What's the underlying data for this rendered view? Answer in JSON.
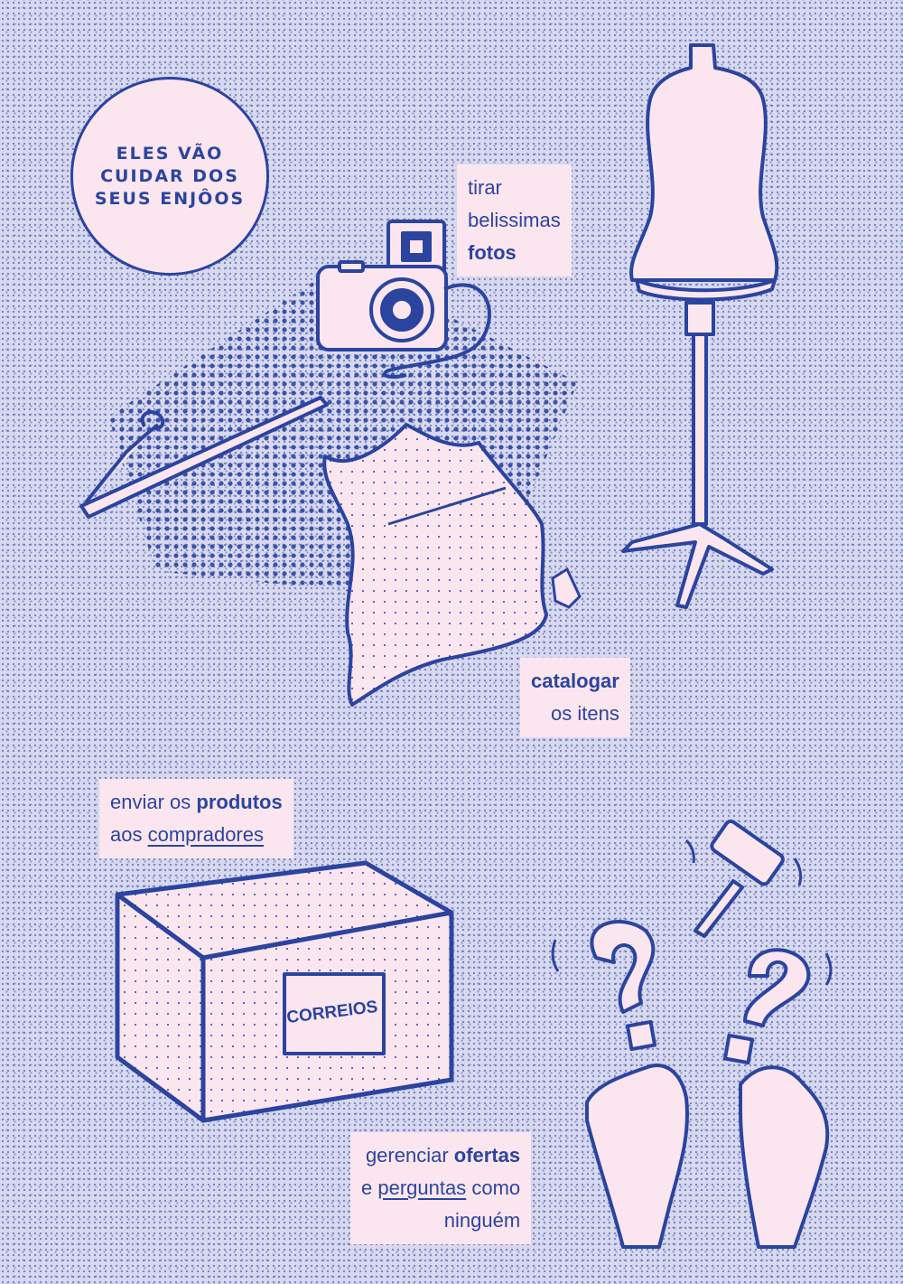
{
  "badge": {
    "line1": "ELES VÃO",
    "line2": "CUIDAR DOS",
    "line3": "SEUS ENJÔOS"
  },
  "label_fotos": {
    "line1": "tirar",
    "line2": "belissimas",
    "line3_bold": "fotos"
  },
  "label_catalogar": {
    "line1_bold": "catalogar",
    "line2": "os itens"
  },
  "label_enviar": {
    "line1_pre": "enviar os ",
    "line1_bold": "produtos",
    "line2_pre": "aos ",
    "line2_underline": "compradores"
  },
  "label_gerenciar": {
    "line1_pre": "gerenciar ",
    "line1_bold": "ofertas",
    "line2_pre": "e ",
    "line2_underline": "perguntas",
    "line2_post": " como",
    "line3": "ninguém"
  },
  "box_label": "CORREIOS",
  "colors": {
    "ink": "#2b44a0",
    "paper": "#fbe6ef",
    "background": "#d8d8ef"
  },
  "icons": [
    "camera-icon",
    "mannequin-icon",
    "hanger-icon",
    "shirt-icon",
    "price-tag-icon",
    "shipping-box-icon",
    "gavel-icon",
    "question-mark-icon",
    "hands-icon"
  ]
}
